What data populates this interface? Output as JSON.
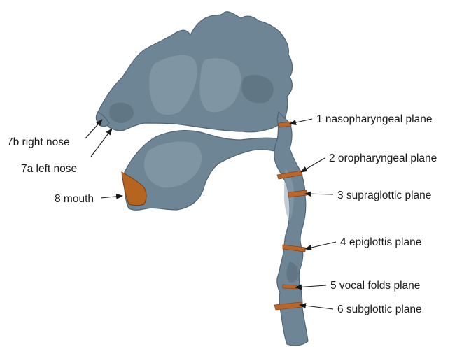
{
  "labels": {
    "right_nose": "7b right nose",
    "left_nose": "7a left nose",
    "mouth": "8 mouth",
    "nasopharyngeal": "1 nasopharyngeal plane",
    "oropharyngeal": "2 oropharyngeal plane",
    "supraglottic": "3 supraglottic plane",
    "epiglottis": "4 epiglottis plane",
    "vocal_folds": "5 vocal folds plane",
    "subglottic": "6 subglottic plane"
  },
  "colors": {
    "airway": "#6e8595",
    "plane": "#b8662a",
    "mouth": "#b5651f",
    "text": "#1a1a1a"
  }
}
